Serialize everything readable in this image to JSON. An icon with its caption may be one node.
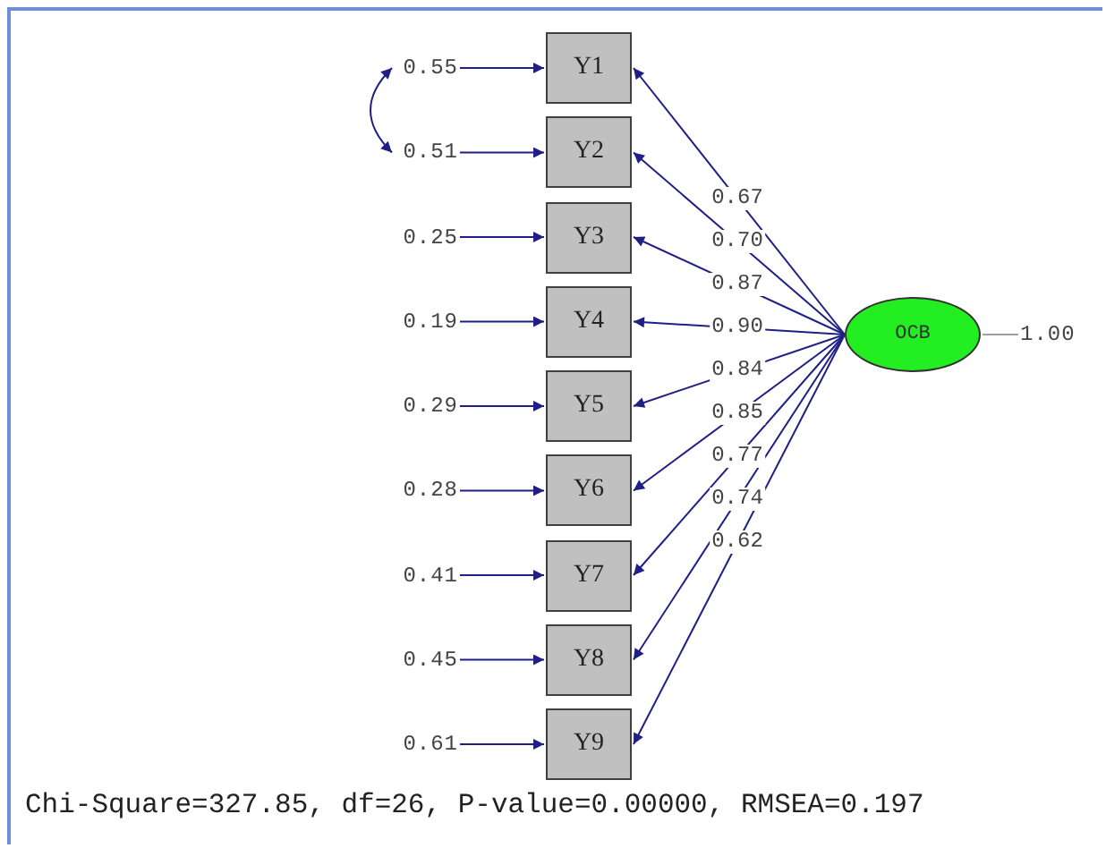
{
  "diagram": {
    "caption": "Chi-Square=327.85, df=26, P-value=0.00000, RMSEA=0.197",
    "nodes": [
      {
        "text": [
          "Y1"
        ]
      },
      {
        "text": [
          "Y2"
        ]
      },
      {
        "text": [
          "Y3"
        ]
      },
      {
        "text": [
          "Y4"
        ]
      },
      {
        "text": [
          "Y5"
        ]
      },
      {
        "text": [
          "Y6"
        ]
      },
      {
        "text": [
          "Y7"
        ]
      },
      {
        "text": [
          "Y8"
        ]
      },
      {
        "text": [
          "Y9"
        ]
      },
      {
        "text": [
          "OCB"
        ]
      },
      {
        "text": [
          "1.00"
        ]
      },
      {
        "text": [
          "0.55"
        ]
      },
      {
        "text": [
          "0.51"
        ]
      },
      {
        "text": [
          "0.25"
        ]
      },
      {
        "text": [
          "0.19"
        ]
      },
      {
        "text": [
          "0.29"
        ]
      },
      {
        "text": [
          "0.28"
        ]
      },
      {
        "text": [
          "0.41"
        ]
      },
      {
        "text": [
          "0.45"
        ]
      },
      {
        "text": [
          "0.61"
        ]
      }
    ],
    "edges": [
      {
        "from": 9,
        "to": 0,
        "arrow": "to",
        "label": "0.67"
      },
      {
        "from": 9,
        "to": 1,
        "arrow": "to",
        "label": "0.70"
      },
      {
        "from": 9,
        "to": 2,
        "arrow": "to",
        "label": "0.87"
      },
      {
        "from": 9,
        "to": 3,
        "arrow": "to",
        "label": "0.90"
      },
      {
        "from": 9,
        "to": 4,
        "arrow": "to",
        "label": "0.84"
      },
      {
        "from": 9,
        "to": 5,
        "arrow": "to",
        "label": "0.85"
      },
      {
        "from": 9,
        "to": 6,
        "arrow": "to",
        "label": "0.77"
      },
      {
        "from": 9,
        "to": 7,
        "arrow": "to",
        "label": "0.74"
      },
      {
        "from": 9,
        "to": 8,
        "arrow": "to",
        "label": "0.62"
      },
      {
        "from": 11,
        "to": 0,
        "arrow": "to"
      },
      {
        "from": 12,
        "to": 1,
        "arrow": "to"
      },
      {
        "from": 13,
        "to": 2,
        "arrow": "to"
      },
      {
        "from": 14,
        "to": 3,
        "arrow": "to"
      },
      {
        "from": 15,
        "to": 4,
        "arrow": "to"
      },
      {
        "from": 16,
        "to": 5,
        "arrow": "to"
      },
      {
        "from": 17,
        "to": 6,
        "arrow": "to"
      },
      {
        "from": 18,
        "to": 7,
        "arrow": "to"
      },
      {
        "from": 19,
        "to": 8,
        "arrow": "to"
      },
      {
        "from": 11,
        "to": 12,
        "arrow": "both"
      },
      {
        "from": 9,
        "to": 10,
        "arrow": "none",
        "color": "#a0a0a0"
      }
    ]
  }
}
